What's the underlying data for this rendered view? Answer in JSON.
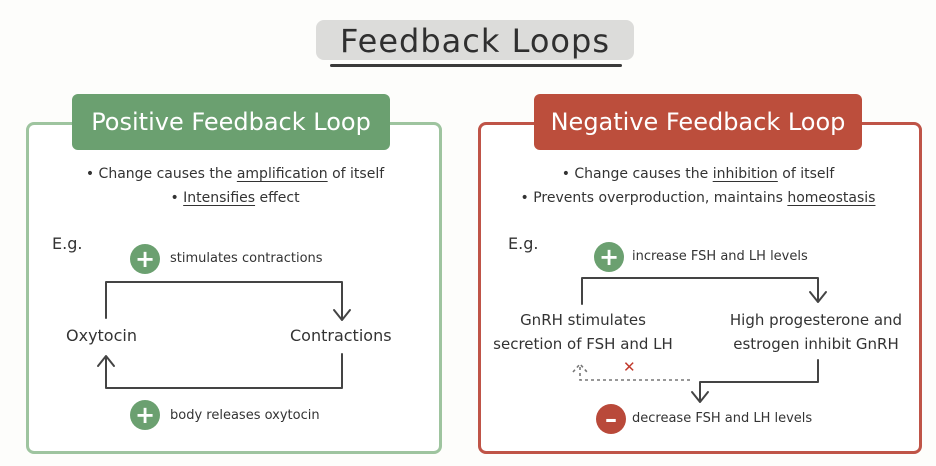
{
  "title": "Feedback Loops",
  "positive": {
    "header": "Positive Feedback Loop",
    "bullet1": {
      "pre": "• Change causes the ",
      "u": "amplification",
      "post": " of itself"
    },
    "bullet2": {
      "pre": "• ",
      "u": "Intensifies",
      "post": " effect"
    },
    "eg": "E.g.",
    "top_sign": "+",
    "top_label": "stimulates contractions",
    "left_node": "Oxytocin",
    "right_node": "Contractions",
    "bottom_sign": "+",
    "bottom_label": "body releases oxytocin"
  },
  "negative": {
    "header": "Negative Feedback Loop",
    "bullet1": {
      "pre": "• Change causes the ",
      "u": "inhibition",
      "post": " of itself"
    },
    "bullet2": {
      "pre": "• Prevents overproduction, maintains ",
      "u": "homeostasis",
      "post": ""
    },
    "eg": "E.g.",
    "top_sign": "+",
    "top_label": "increase FSH and LH levels",
    "left_node_line1": "GnRH stimulates",
    "left_node_line2": "secretion of FSH and LH",
    "right_node_line1": "High progesterone and",
    "right_node_line2": "estrogen inhibit GnRH",
    "blocked_mark": "✕",
    "bottom_sign": "–",
    "bottom_label": "decrease FSH and LH levels"
  },
  "colors": {
    "positive": "#6ba070",
    "positive_border": "#9ec49f",
    "negative": "#bc4e3c",
    "negative_border": "#bf5447"
  }
}
